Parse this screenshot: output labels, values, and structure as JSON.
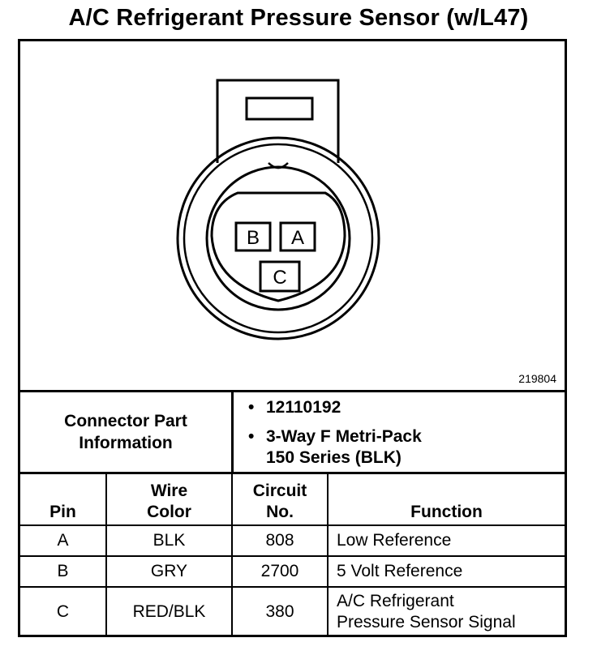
{
  "title": "A/C Refrigerant Pressure Sensor (w/L47)",
  "figure_id": "219804",
  "pins_in_diagram": [
    "B",
    "A",
    "C"
  ],
  "connector_info": {
    "label_line1": "Connector Part",
    "label_line2": "Information",
    "bullet": "•",
    "items": [
      {
        "line1": "12110192",
        "line2": ""
      },
      {
        "line1": "3-Way F Metri-Pack",
        "line2": "150 Series (BLK)"
      }
    ]
  },
  "table": {
    "headers": {
      "pin": "Pin",
      "wire_color_1": "Wire",
      "wire_color_2": "Color",
      "circuit_1": "Circuit",
      "circuit_2": "No.",
      "function": "Function"
    },
    "rows": [
      {
        "pin": "A",
        "wire_color": "BLK",
        "circuit": "808",
        "function_1": "Low Reference",
        "function_2": ""
      },
      {
        "pin": "B",
        "wire_color": "GRY",
        "circuit": "2700",
        "function_1": "5 Volt Reference",
        "function_2": ""
      },
      {
        "pin": "C",
        "wire_color": "RED/BLK",
        "circuit": "380",
        "function_1": "A/C Refrigerant",
        "function_2": "Pressure Sensor Signal"
      }
    ]
  }
}
